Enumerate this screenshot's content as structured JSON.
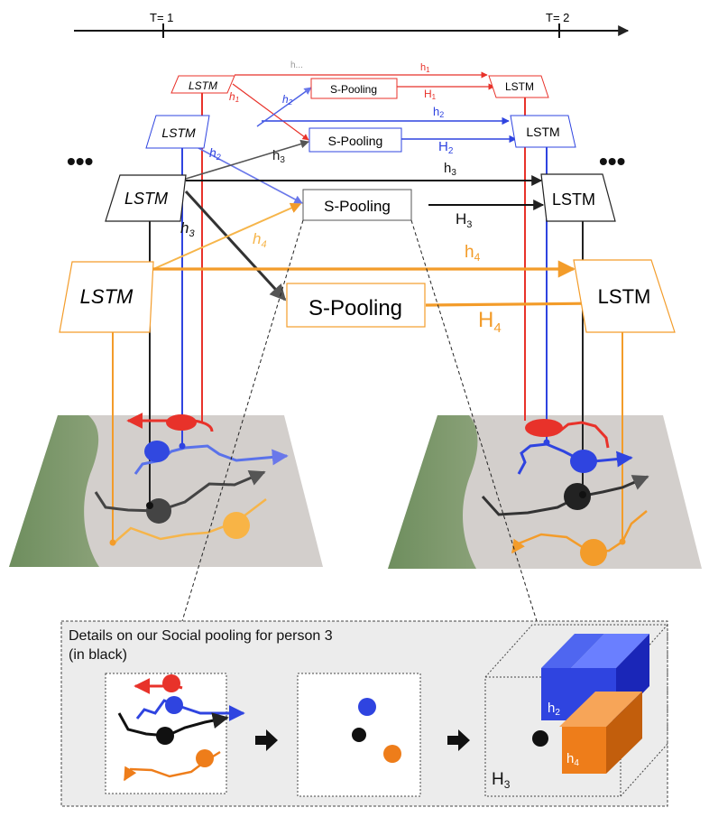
{
  "timeline": {
    "t1_label": "T= 1",
    "t2_label": "T= 2"
  },
  "ellipsis_left": "•••",
  "ellipsis_right": "•••",
  "nodes": {
    "lstm_label": "LSTM",
    "spool_label": "S-Pooling"
  },
  "arrows": {
    "h1": "h",
    "h1_sub": "1",
    "H1": "H",
    "H1_sub": "1",
    "h2": "h",
    "h2_sub": "2",
    "H2": "H",
    "H2_sub": "2",
    "h3": "h",
    "h3_sub": "3",
    "H3": "H",
    "H3_sub": "3",
    "h4": "h",
    "h4_sub": "4",
    "H4": "H",
    "H4_sub": "4",
    "faded_h": "h..."
  },
  "details": {
    "title_line1": "Details on our Social pooling for person 3",
    "title_line2": "(in black)",
    "cube_h2": "h",
    "cube_h2_sub": "2",
    "cube_h4": "h",
    "cube_h4_sub": "4",
    "cube_H3": "H",
    "cube_H3_sub": "3"
  },
  "colors": {
    "red": "#e8322a",
    "blue": "#2f44e0",
    "black": "#222222",
    "orange": "#f39c2a",
    "deep_orange": "#ee7d1a"
  }
}
